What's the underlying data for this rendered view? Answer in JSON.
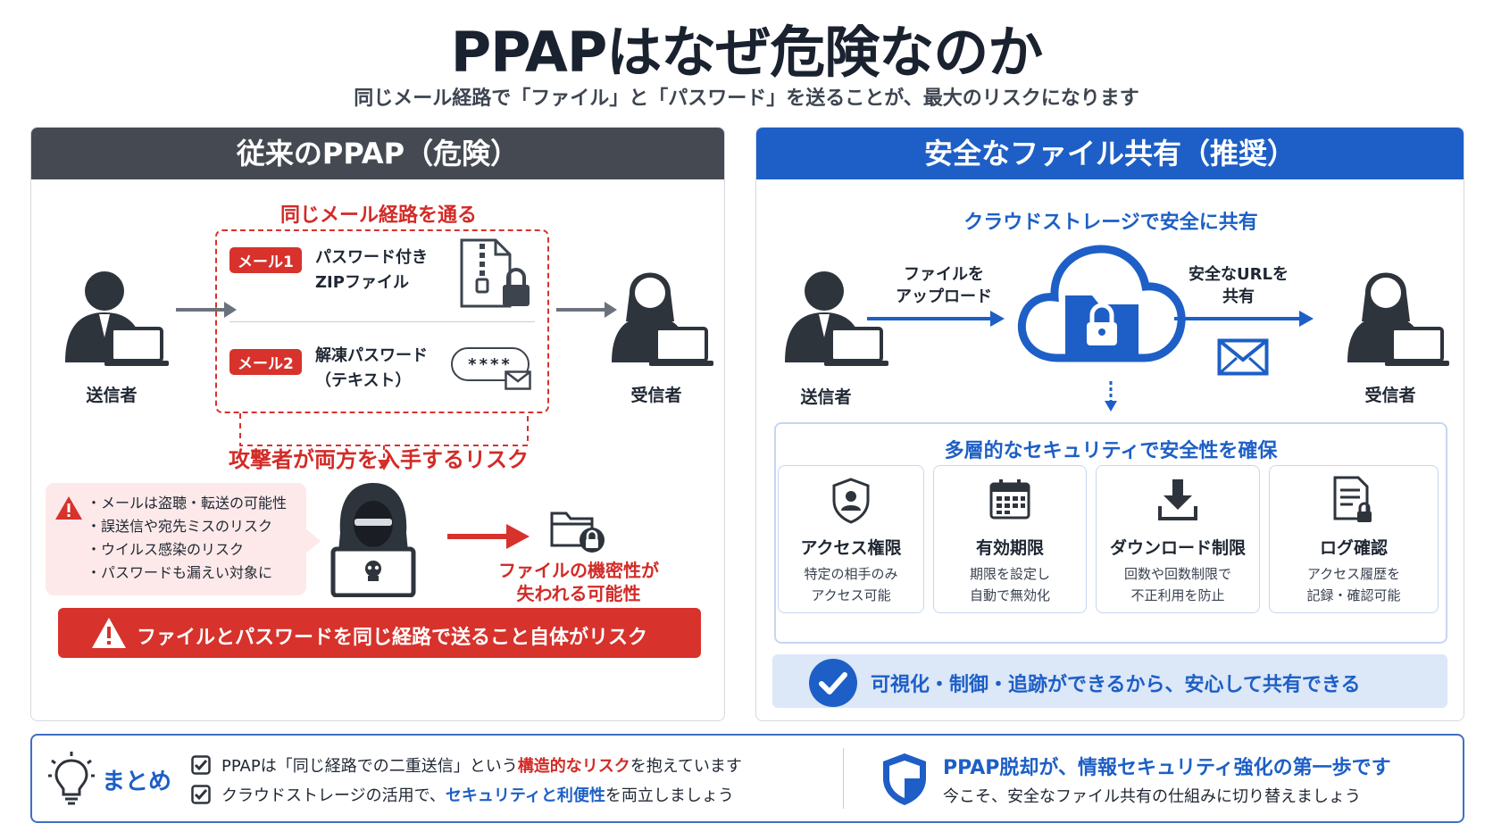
{
  "title": "PPAPはなぜ危険なのか",
  "subtitle": "同じメール経路で「ファイル」と「パスワード」を送ることが、最大のリスクになります",
  "left": {
    "header": "従来のPPAP（危険）",
    "route_label": "同じメール経路を通る",
    "sender": "送信者",
    "receiver": "受信者",
    "mail1_tag": "メール1",
    "mail1_line1": "パスワード付き",
    "mail1_line2": "ZIPファイル",
    "mail2_tag": "メール2",
    "mail2_line1": "解凍パスワード",
    "mail2_line2": "（テキスト）",
    "password_mask": "****",
    "attacker_risk": "攻撃者が両方を入手するリスク",
    "risks": [
      "・メールは盗聴・転送の可能性",
      "・誤送信や宛先ミスのリスク",
      "・ウイルス感染のリスク",
      "・パスワードも漏えい対象に"
    ],
    "loss_line1": "ファイルの機密性が",
    "loss_line2": "失われる可能性",
    "warning": "ファイルとパスワードを同じ経路で送ること自体がリスク"
  },
  "right": {
    "header": "安全なファイル共有（推奨）",
    "cloud_label": "クラウドストレージで安全に共有",
    "sender": "送信者",
    "receiver": "受信者",
    "upload_line1": "ファイルを",
    "upload_line2": "アップロード",
    "share_line1": "安全なURLを",
    "share_line2": "共有",
    "security_title": "多層的なセキュリティで安全性を確保",
    "features": [
      {
        "title": "アクセス権限",
        "line1": "特定の相手のみ",
        "line2": "アクセス可能"
      },
      {
        "title": "有効期限",
        "line1": "期限を設定し",
        "line2": "自動で無効化"
      },
      {
        "title": "ダウンロード制限",
        "line1": "回数や回数制限で",
        "line2": "不正利用を防止"
      },
      {
        "title": "ログ確認",
        "line1": "アクセス履歴を",
        "line2": "記録・確認可能"
      }
    ],
    "banner": "可視化・制御・追跡ができるから、安心して共有できる"
  },
  "summary": {
    "label": "まとめ",
    "point1_a": "PPAPは「同じ経路での二重送信」という",
    "point1_b": "構造的なリスク",
    "point1_c": "を抱えています",
    "point2_a": "クラウドストレージの活用で、",
    "point2_b": "セキュリティと利便性",
    "point2_c": "を両立しましょう",
    "right_title": "PPAP脱却が、情報セキュリティ強化の第一歩です",
    "right_text": "今こそ、安全なファイル共有の仕組みに切り替えましょう"
  },
  "colors": {
    "danger": "#d7322c",
    "primary": "#1d5fc6",
    "dark_header": "#454a52",
    "light_blue": "#dce7f7",
    "pink": "#fde9e9"
  }
}
